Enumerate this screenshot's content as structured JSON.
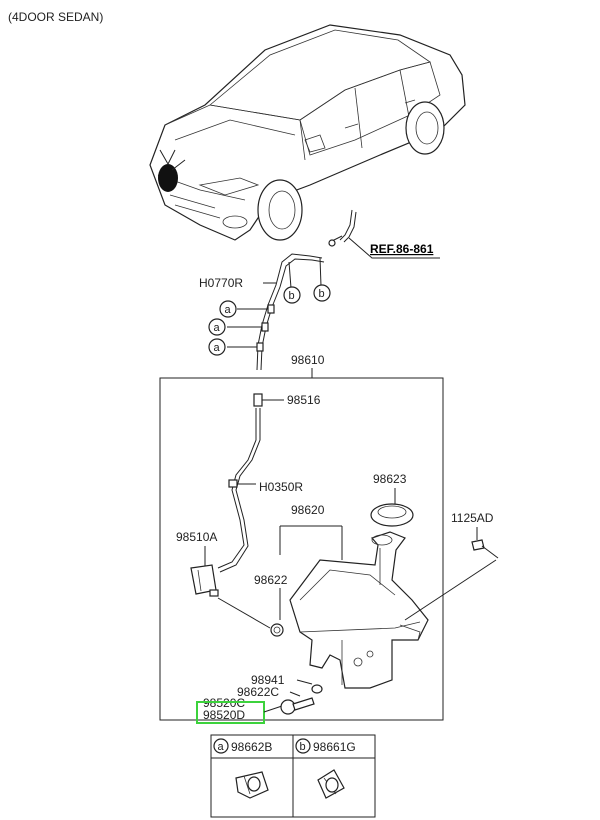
{
  "header": {
    "variant": "(4DOOR SEDAN)"
  },
  "reference": {
    "label": "REF.86-861"
  },
  "callouts": {
    "hose_upper": "H0770R",
    "assembly": "98610",
    "connector": "98516",
    "hose_lower": "H0350R",
    "cap": "98623",
    "reservoir": "98620",
    "bolt": "1125AD",
    "nozzle": "98510A",
    "grommet": "98622",
    "filter": "98941",
    "seal": "98622C",
    "pump_c": "98520C",
    "pump_d": "98520D"
  },
  "clip_markers": {
    "a": "a",
    "b": "b"
  },
  "legend": {
    "items": [
      {
        "key": "a",
        "part": "98662B"
      },
      {
        "key": "b",
        "part": "98661G"
      }
    ]
  },
  "highlight_color": "#3cd23c"
}
